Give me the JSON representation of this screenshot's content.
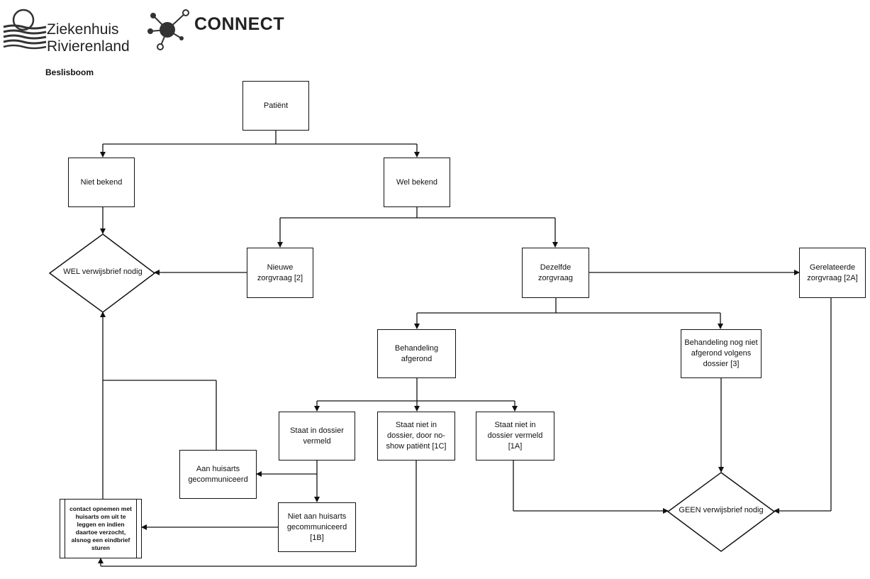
{
  "header": {
    "hospital_name_line1": "Ziekenhuis",
    "hospital_name_line2": "Rivierenland",
    "partner_name": "CONNECT"
  },
  "title": "Beslisboom",
  "nodes": {
    "patient": "Patiënt",
    "niet_bekend": "Niet bekend",
    "wel_bekend": "Wel bekend",
    "wel_verwijsbrief": "WEL verwijsbrief nodig",
    "nieuwe_zorgvraag": "Nieuwe zorgvraag [2]",
    "dezelfde_zorgvraag": "Dezelfde zorgvraag",
    "gerelateerde_zorgvraag": "Gerelateerde zorgvraag [2A]",
    "behandeling_afgerond": "Behandeling afgerond",
    "behandeling_niet_afgerond": "Behandeling nog niet afgerond volgens dossier [3]",
    "staat_in_dossier": "Staat in dossier vermeld",
    "staat_niet_noshow": "Staat niet in dossier, door no-show patiënt [1C]",
    "staat_niet_1a": "Staat niet in dossier vermeld [1A]",
    "aan_huisarts": "Aan huisarts gecommuniceerd",
    "niet_aan_huisarts": "Niet aan huisarts gecommuniceerd [1B]",
    "contact_opnemen": "contact opnemen met huisarts om uit te leggen en indien daartoe verzocht, alsnog een eindbrief sturen",
    "geen_verwijsbrief": "GEEN verwijsbrief nodig"
  }
}
